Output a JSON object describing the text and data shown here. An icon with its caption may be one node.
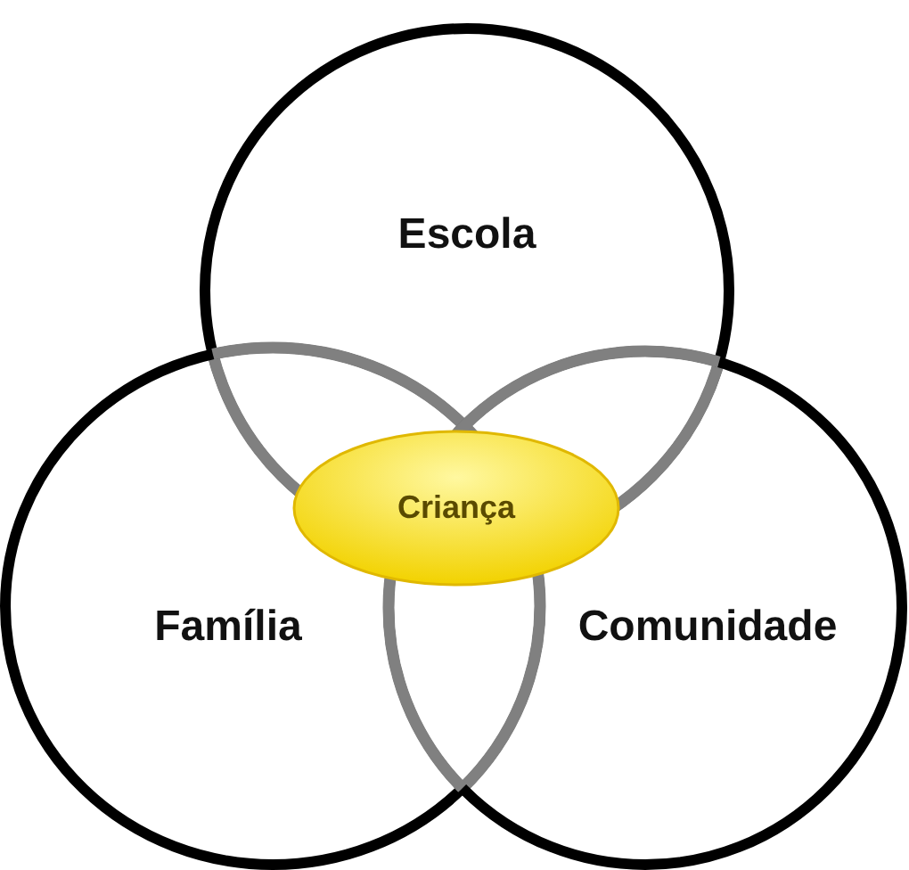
{
  "diagram": {
    "nodes": [
      {
        "text": [
          "Escola"
        ]
      },
      {
        "text": [
          "Criança"
        ]
      },
      {
        "text": [
          "Família"
        ]
      },
      {
        "text": [
          "Comunidade"
        ]
      }
    ]
  }
}
